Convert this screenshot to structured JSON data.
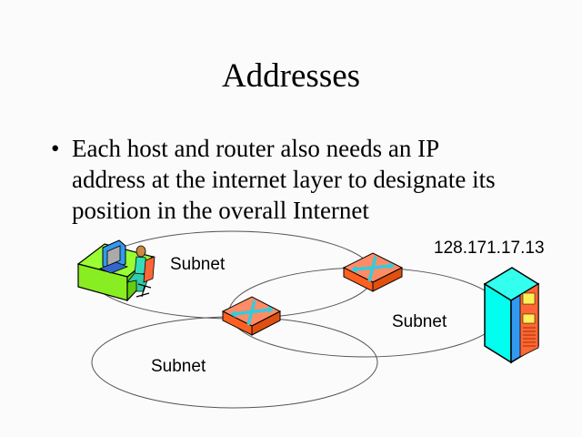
{
  "slide": {
    "title": "Addresses",
    "bullets": [
      {
        "marker": "•",
        "lines": [
          "Each host and router also needs an IP",
          "address at the internet layer to designate its",
          "position in the overall Internet"
        ]
      }
    ]
  },
  "diagram": {
    "subnet_labels": [
      "Subnet",
      "Subnet",
      "Subnet"
    ],
    "server_address": "128.171.17.13",
    "nodes": [
      {
        "type": "host-workstation",
        "icon": "person-at-computer-icon"
      },
      {
        "type": "router",
        "icon": "router-icon"
      },
      {
        "type": "router",
        "icon": "router-icon"
      },
      {
        "type": "server",
        "icon": "server-tower-icon"
      }
    ],
    "colors": {
      "router_top": "#ff8c66",
      "router_side": "#ff6020",
      "router_arrows": "#33ccdd",
      "desk": "#99ff33",
      "server_front": "#00ffee",
      "server_side": "#3399ee",
      "server_panel": "#ff6633"
    }
  }
}
